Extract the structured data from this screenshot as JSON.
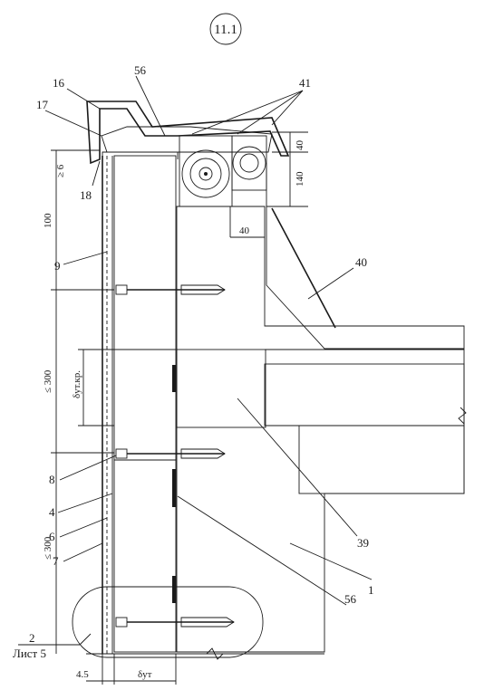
{
  "sheet_number": "11.1",
  "reference": {
    "line1": "2",
    "line2": "Лист 5"
  },
  "callouts": {
    "c16": "16",
    "c56_top": "56",
    "c41": "41",
    "c17": "17",
    "c18": "18",
    "c9": "9",
    "c40": "40",
    "c39": "39",
    "c8": "8",
    "c4": "4",
    "c6": "6",
    "c7": "7",
    "c1": "1",
    "c56_bottom": "56"
  },
  "dimensions": {
    "d40_top": "40",
    "d140": "140",
    "d40_inner": "40",
    "d_ge6": "≥ 6",
    "d100": "100",
    "d_le300_a": "≤ 300",
    "d_ut_kr": "δут.кр.",
    "d_le300_b": "≤ 300",
    "d45": "4.5",
    "d_ut": "δут"
  }
}
